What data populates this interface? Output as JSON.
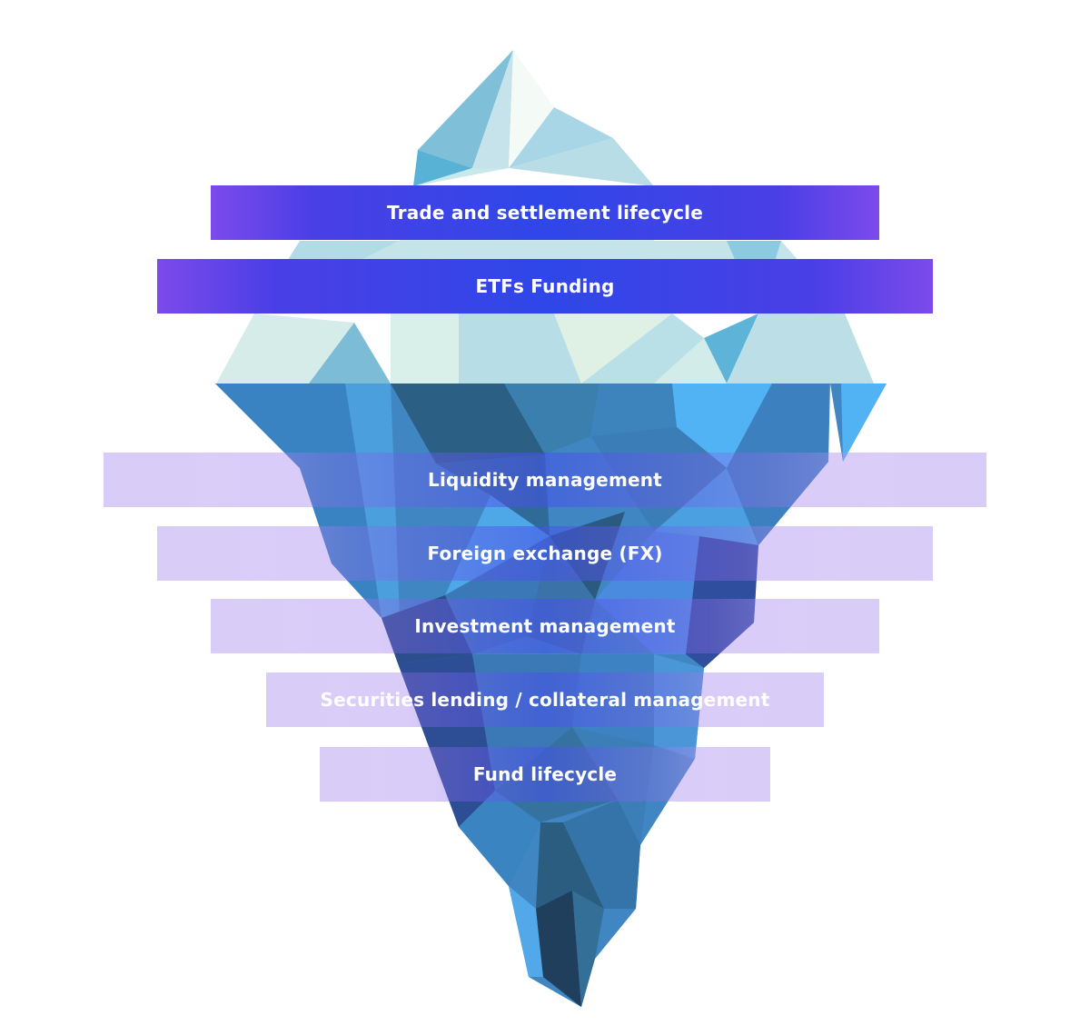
{
  "above_water": [
    {
      "label": "Trade and settlement lifecycle"
    },
    {
      "label": "ETFs Funding"
    }
  ],
  "below_water": [
    {
      "label": "Liquidity management"
    },
    {
      "label": "Foreign exchange (FX)"
    },
    {
      "label": "Investment management"
    },
    {
      "label": "Securities lending / collateral management"
    },
    {
      "label": "Fund lifecycle"
    }
  ],
  "colors": {
    "ice_light": "#b9dde8",
    "ice_mid": "#7fc0d8",
    "water_light": "#4a9fdc",
    "water_mid": "#3b80bd",
    "water_dark": "#2b5a80",
    "band_strong": "#4a3fe6",
    "band_edge": "#7c4aeb",
    "band_soft": "#d8cef7"
  }
}
